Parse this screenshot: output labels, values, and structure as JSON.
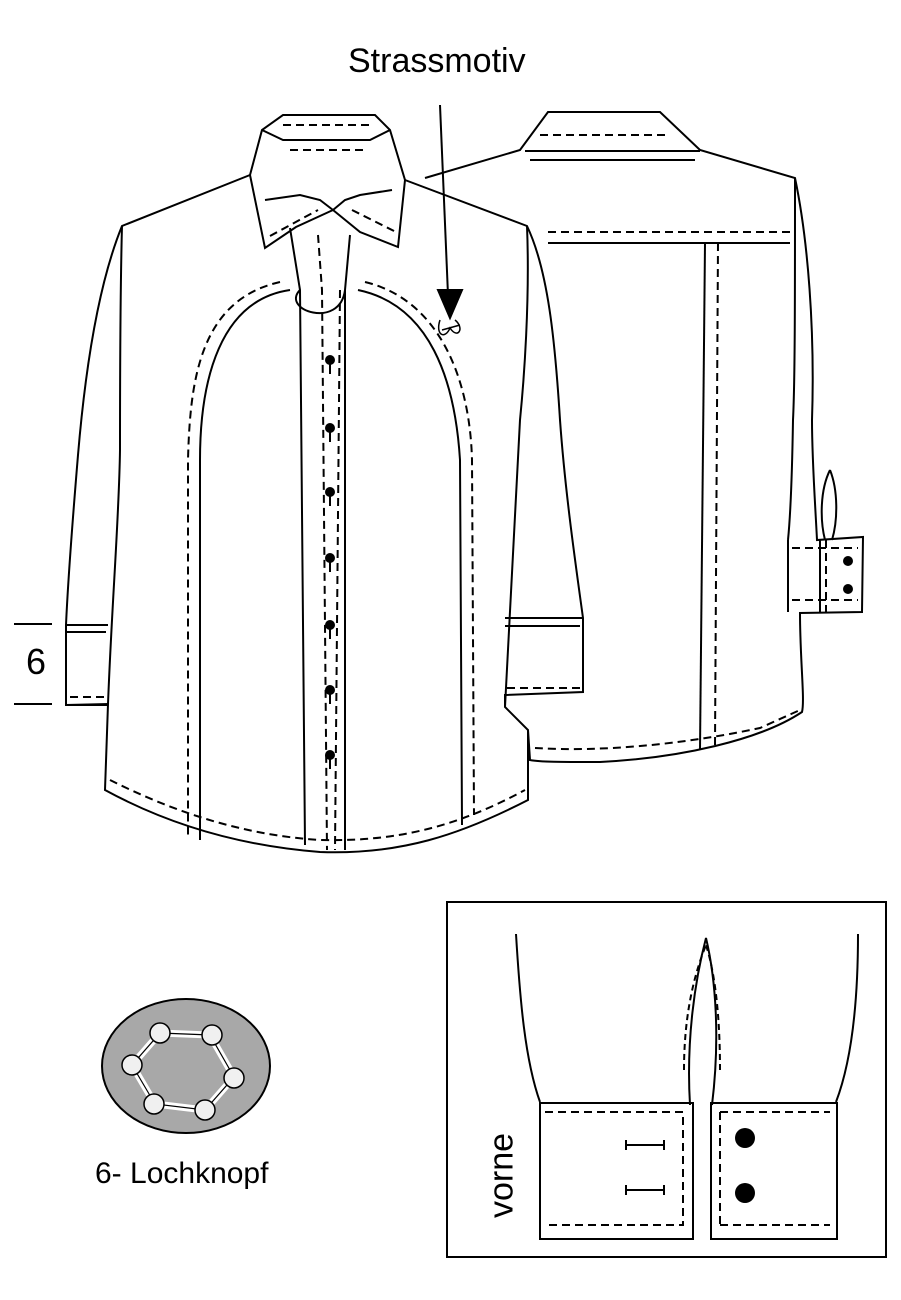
{
  "labels": {
    "title": "Strassmotiv",
    "size_marker": "6",
    "button_caption": "6- Lochknopf",
    "cuff_detail": "vorne"
  }
}
